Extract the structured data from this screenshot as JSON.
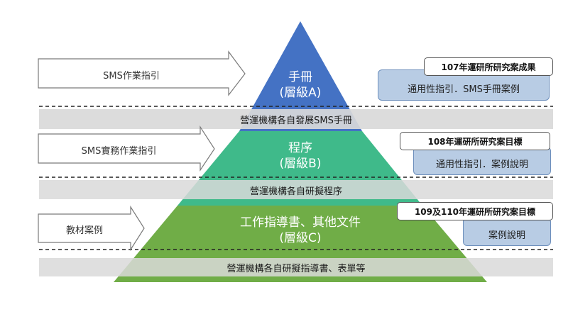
{
  "pyramid": {
    "levelA": {
      "title": "手冊",
      "sub": "(層級A)"
    },
    "levelB": {
      "title": "程序",
      "sub": "(層級B)"
    },
    "levelC": {
      "title": "工作指導書、其他文件",
      "sub": "(層級C)"
    }
  },
  "bands": {
    "a": "營運機構各自發展SMS手冊",
    "b": "營運機構各自研擬程序",
    "c": "營運機構各自研擬指導書、表單等"
  },
  "inputs": {
    "a": "SMS作業指引",
    "b": "SMS實務作業指引",
    "c": "教材案例"
  },
  "research": {
    "a": {
      "tag": "107年運研所研究案成果",
      "note": "通用性指引．SMS手冊案例"
    },
    "b": {
      "tag": "108年運研所研究案目標",
      "note": "通用性指引．案例說明"
    },
    "c": {
      "tag": "109及110年運研所研究案目標",
      "note": "案例說明"
    }
  },
  "colors": {
    "levelA": "#4472c4",
    "levelB": "#3fba8a",
    "levelC": "#70ad47",
    "band": "#d9d9d9",
    "note": "#b8cce4"
  }
}
